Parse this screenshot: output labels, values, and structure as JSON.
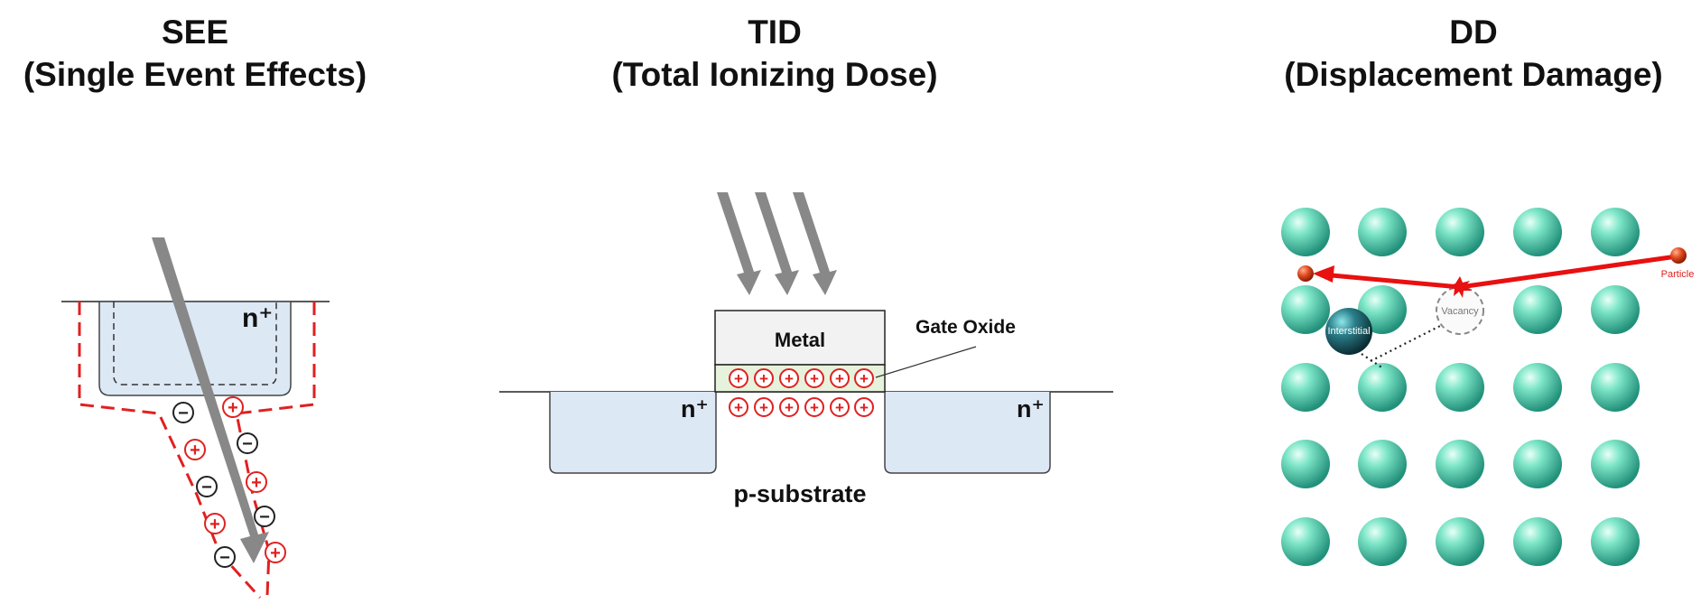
{
  "panels": {
    "see": {
      "title": "SEE",
      "subtitle": "(Single Event Effects)",
      "well_label": "n⁺"
    },
    "tid": {
      "title": "TID",
      "subtitle": "(Total Ionizing Dose)",
      "metal_label": "Metal",
      "gate_oxide_label": "Gate Oxide",
      "left_well_label": "n⁺",
      "right_well_label": "n⁺",
      "substrate_label": "p-substrate"
    },
    "dd": {
      "title": "DD",
      "subtitle": "(Displacement Damage)",
      "interstitial_label": "Interstitial",
      "vacancy_label": "Vacancy",
      "particle_label": "Particle"
    }
  },
  "colors": {
    "charge_positive": "#e02020",
    "charge_negative": "#222222",
    "well_fill": "#dde8f5",
    "arrow_gray": "#888888",
    "atom": "#5cd6b8",
    "particle": "#d8401a",
    "track_red": "#e81010"
  },
  "glyphs": {
    "plus": "+",
    "minus": "−"
  }
}
